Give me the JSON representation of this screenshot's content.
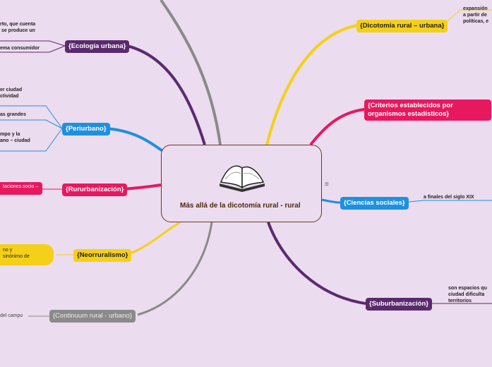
{
  "central": {
    "title": "Más allá de la dicotomía rural - rural",
    "icon": "open-book-icon"
  },
  "branches": {
    "ecologia": "{Ecología urbana}",
    "periurbano": "{Periurbano}",
    "rururbanizacion": "{Rururbanización}",
    "neorruralismo": "{Neorruralismo}",
    "continuum": "{Continuum  rural - urbano}",
    "dicotomia": "{Dicotomía rural – urbana}",
    "criterios": "{Criterios establecidos por organismos estadísticos}",
    "ciencias": "{Ciencias sociales}",
    "suburbanizacion": "{Suburbanización}"
  },
  "snippets": {
    "ecologia_1": "rto, que cuenta\n se produce un",
    "ecologia_2": "ema consumidor",
    "periurbano_1": "er ciudad\nctividad",
    "periurbano_2": "as grandes",
    "periurbano_3": "mpo y la\nano – ciudad",
    "rururbanizacion_1": "taciones socio –",
    "neorruralismo_1": "no y\nsinónimo de",
    "continuum_1": "del campo",
    "dicotomia_1": "expansión\na partir de\npolíticas, e",
    "ciencias_1": "a finales del siglo XIX",
    "suburbanizacion_1": "son espacios qu\nciudad dificulta\nterritorios"
  },
  "icons": {
    "notes": "equals-icon"
  },
  "colors": {
    "background": "#ecdcef",
    "purple": "#5b2a6e",
    "blue": "#1e90e0",
    "pink": "#e8185f",
    "yellow": "#f5d018",
    "gray": "#8a8a8a"
  }
}
